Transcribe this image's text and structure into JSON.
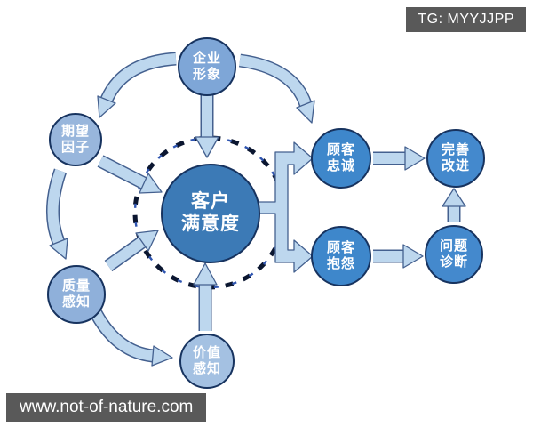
{
  "badge": {
    "label": "TG: MYYJJPP"
  },
  "watermark": {
    "label": "www.not-of-nature.com"
  },
  "diagram_title": "customer-satisfaction-model",
  "nodes": {
    "center": {
      "line1": "客户",
      "line2": "满意度"
    },
    "corporate": {
      "line1": "企业",
      "line2": "形象"
    },
    "expectation": {
      "line1": "期望",
      "line2": "因子"
    },
    "quality": {
      "line1": "质量",
      "line2": "感知"
    },
    "value": {
      "line1": "价值",
      "line2": "感知"
    },
    "loyalty": {
      "line1": "顾客",
      "line2": "忠诚"
    },
    "complaint": {
      "line1": "顾客",
      "line2": "抱怨"
    },
    "improve": {
      "line1": "完善",
      "line2": "改进"
    },
    "diagnosis": {
      "line1": "问题",
      "line2": "诊断"
    }
  },
  "colors": {
    "node_light": "#85aad8",
    "node_bright": "#3e87cb",
    "node_center": "#3c7ab6",
    "arrow_fill": "#bdd7ee",
    "arrow_outline": "#44608f",
    "dashed_ring": "#0e1b38",
    "badge_bg": "#595959",
    "text": "#ffffff"
  }
}
